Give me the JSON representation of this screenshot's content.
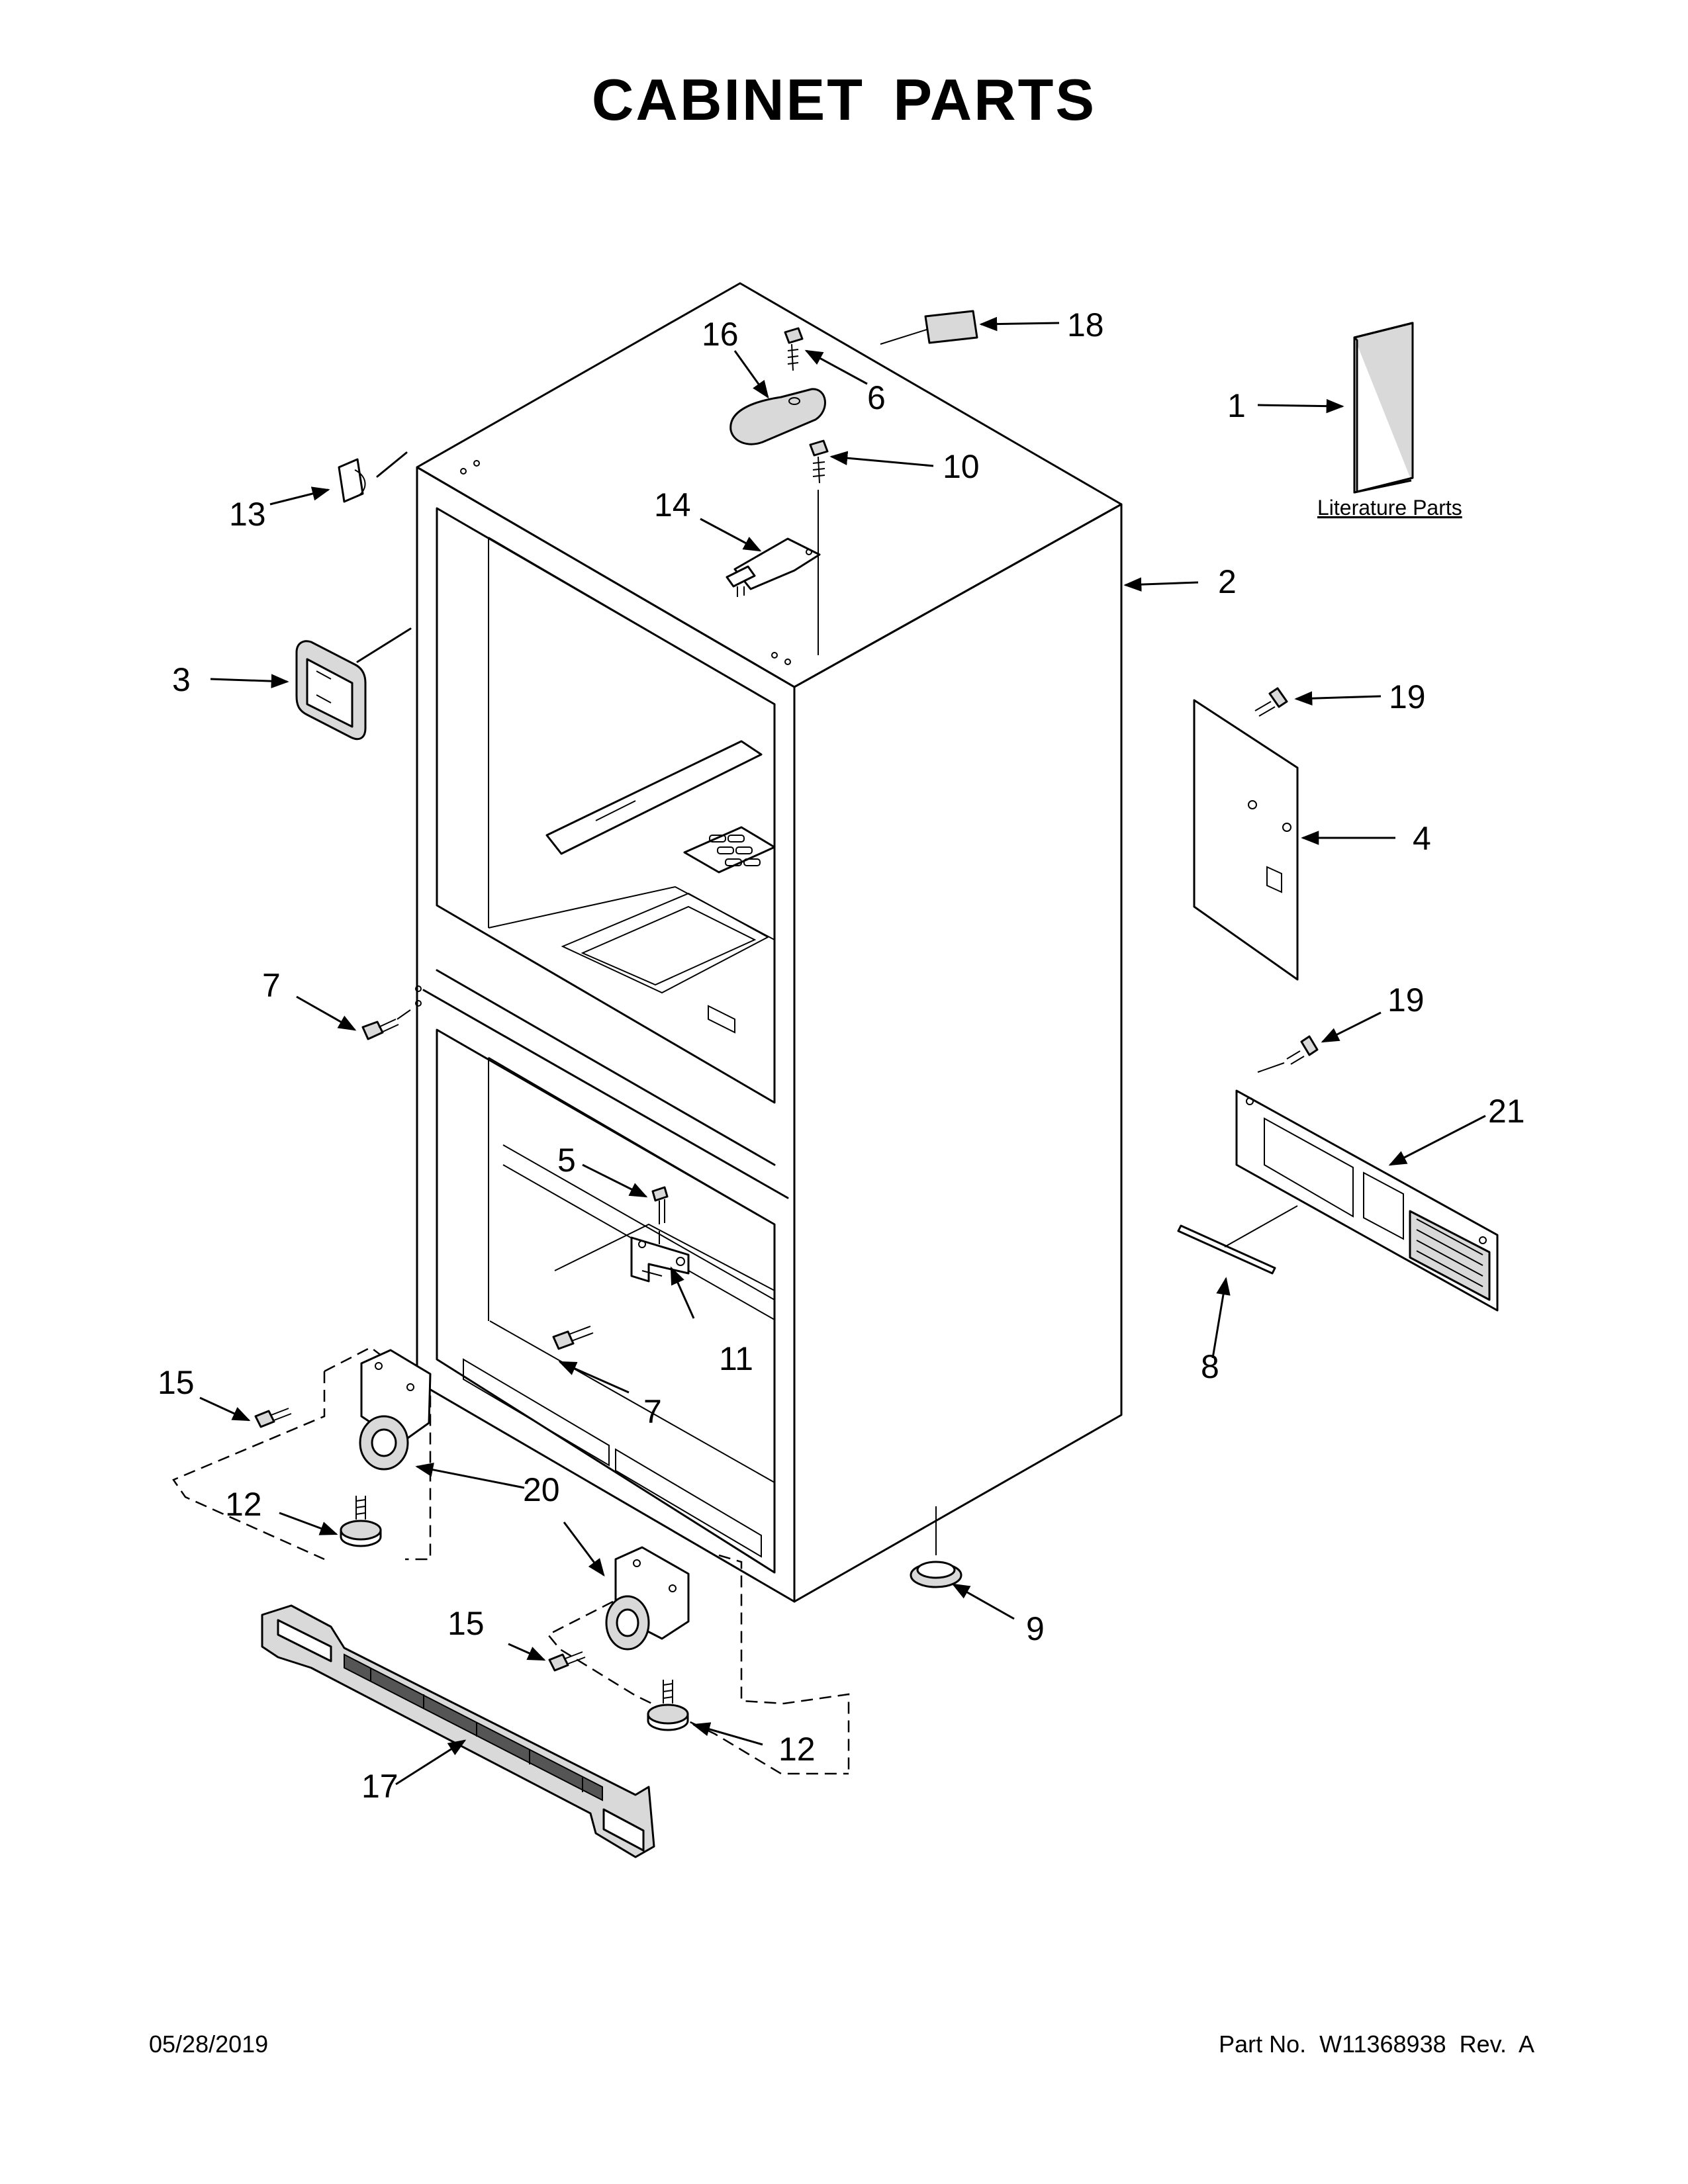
{
  "title": "CABINET PARTS",
  "footer": {
    "date": "05/28/2019",
    "part_label": "Part No.  W11368938  Rev.  A"
  },
  "literature_label": "Literature Parts",
  "callouts": {
    "c1": "1",
    "c2": "2",
    "c3": "3",
    "c4": "4",
    "c5": "5",
    "c6": "6",
    "c7a": "7",
    "c7b": "7",
    "c8": "8",
    "c9": "9",
    "c10": "10",
    "c11": "11",
    "c12a": "12",
    "c12b": "12",
    "c13": "13",
    "c14": "14",
    "c15a": "15",
    "c15b": "15",
    "c16": "16",
    "c17": "17",
    "c18": "18",
    "c19a": "19",
    "c19b": "19",
    "c20": "20",
    "c21": "21"
  },
  "colors": {
    "ink": "#000000",
    "paper": "#ffffff",
    "part_fill": "#d9d9d9"
  }
}
